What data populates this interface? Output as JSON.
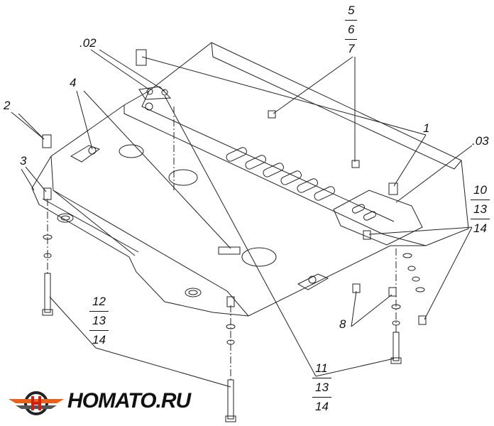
{
  "callouts": {
    "c02": ".02",
    "c03": ".03",
    "c1": "1",
    "c2": "2",
    "c3": "3",
    "c4": "4",
    "c8": "8",
    "s567": [
      "5",
      "6",
      "7"
    ],
    "s101314": [
      "10",
      "13",
      "14"
    ],
    "s121314": [
      "12",
      "13",
      "14"
    ],
    "s111314": [
      "11",
      "13",
      "14"
    ]
  },
  "logo": {
    "text": "HOMATO.RU"
  },
  "colors": {
    "line": "#222222",
    "logo_orange": "#e8601c",
    "logo_dark": "#222222"
  }
}
